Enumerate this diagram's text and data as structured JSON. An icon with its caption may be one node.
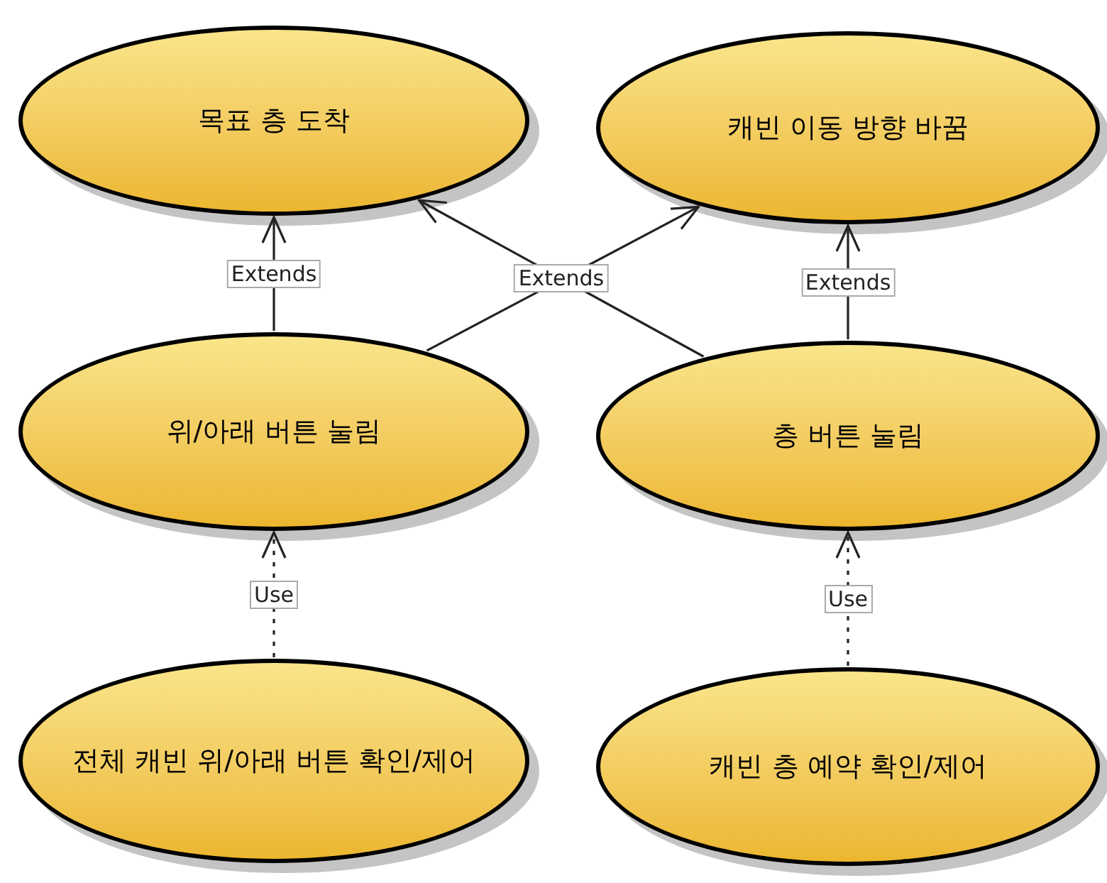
{
  "diagram": {
    "nodes": [
      {
        "text": [
          "목표 층 도착"
        ]
      },
      {
        "text": [
          "캐빈 이동 방향 바꿈"
        ]
      },
      {
        "text": [
          "위/아래 버튼 눌림"
        ]
      },
      {
        "text": [
          "층 버튼 눌림"
        ]
      },
      {
        "text": [
          "전체 캐빈 위/아래 버튼 확인/제어"
        ]
      },
      {
        "text": [
          "캐빈 층 예약 확인/제어"
        ]
      }
    ],
    "edges": [
      {
        "from": 2,
        "to": 0,
        "arrow": "to",
        "label": "Extends"
      },
      {
        "from": 3,
        "to": 1,
        "arrow": "to",
        "label": "Extends"
      },
      {
        "from": 3,
        "to": 0,
        "arrow": "to",
        "label": "Extends"
      },
      {
        "from": 2,
        "to": 1,
        "arrow": "to"
      },
      {
        "from": 4,
        "to": 2,
        "arrow": "to",
        "label": "Use",
        "style": "dashed"
      },
      {
        "from": 5,
        "to": 3,
        "arrow": "to",
        "label": "Use",
        "style": "dashed"
      }
    ]
  }
}
